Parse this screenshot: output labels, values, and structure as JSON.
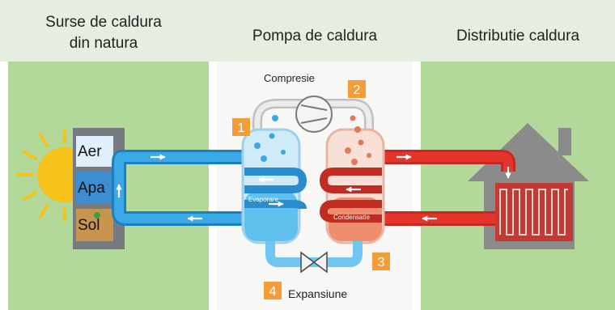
{
  "colors": {
    "header_bg": "#e6eee2",
    "panel_green": "#b2d89a",
    "panel_white": "#f7f8f6",
    "cold_blue": "#2a9bd8",
    "cold_light": "#8fd0f0",
    "hot_red": "#e5352b",
    "hot_light": "#f59a80",
    "step_orange": "#f29d38",
    "house_gray": "#8b8b8b",
    "sun_yellow": "#f7c21a"
  },
  "sections": {
    "left_title_line1": "Surse de caldura",
    "left_title_line2": "din natura",
    "middle_title": "Pompa de caldura",
    "right_title": "Distributie caldura"
  },
  "sources": {
    "air": "Aer",
    "water": "Apa",
    "soil": "Sol"
  },
  "components": {
    "compression": "Compresie",
    "evaporation": "Evaporare",
    "condensation": "Condensatie",
    "expansion": "Expansiune"
  },
  "steps": [
    "1",
    "2",
    "3",
    "4"
  ],
  "icons": [
    "sun-icon",
    "house-icon",
    "compressor-icon",
    "expansion-valve-icon",
    "flow-arrow-icon"
  ]
}
